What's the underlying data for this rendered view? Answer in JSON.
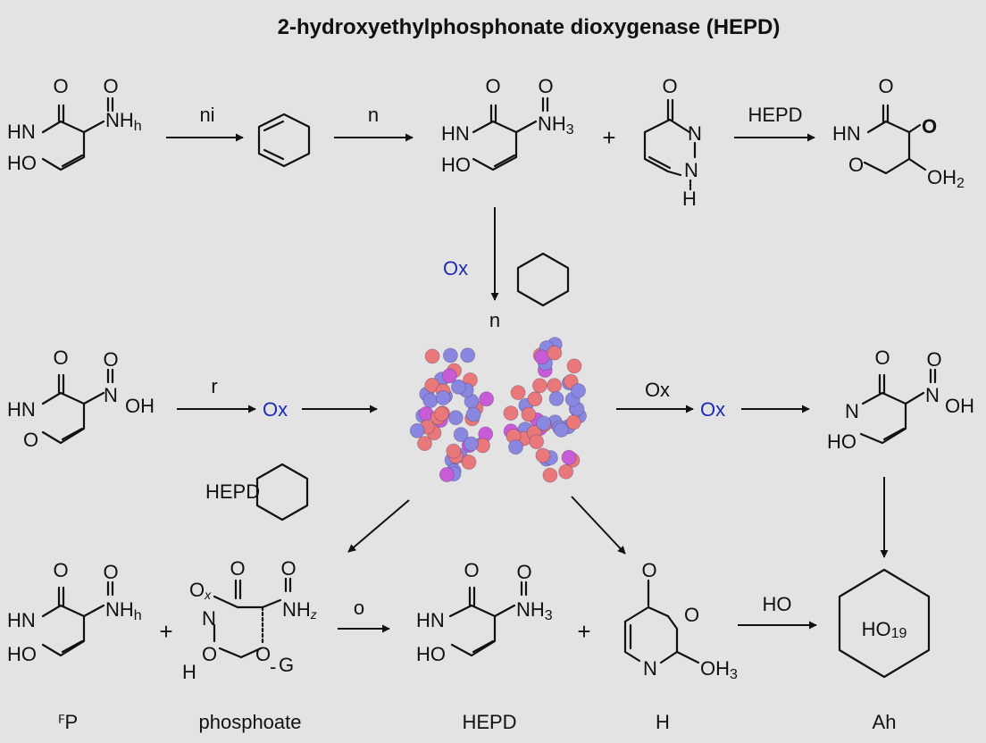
{
  "title": "2-hydroxyethylphosphonate dioxygenase (HEPD)",
  "colors": {
    "background": "#e3e3e3",
    "ink": "#111111",
    "ox_blue": "#1f2bb5",
    "sphere_red": "#e8787a",
    "sphere_blue": "#8a87e0",
    "sphere_magenta": "#c85cd6"
  },
  "arrow_labels": {
    "a1": "ni",
    "a2": "n",
    "a3": "HEPD",
    "down_n": "n",
    "r": "r",
    "ox_right": "Ox",
    "o": "o",
    "ho": "HO"
  },
  "ox_labels": {
    "ox_top": "Ox",
    "ox_mid_left": "Ox",
    "ox_mid_right": "Ox"
  },
  "plus_sign": "+",
  "atoms": {
    "m1": {
      "o_top": "O",
      "o_nh": "O",
      "nh": "NH",
      "nh_sub": "h",
      "hn": "HN",
      "ho": "HO"
    },
    "m2": {
      "o_top": "O",
      "o_nh": "O",
      "nh": "NH",
      "nh_sub": "3",
      "hn": "HN",
      "ho": "HO"
    },
    "m3": {
      "o_top": "O",
      "n1": "N",
      "n2": "N",
      "h": "H"
    },
    "m4": {
      "o_top": "O",
      "hn": "HN",
      "o_right": "O",
      "o_ring": "O",
      "oh2": "OH",
      "oh2_sub": "2"
    },
    "m5": {
      "o_top": "O",
      "o_n": "O",
      "n_oh": "N",
      "oh": "OH",
      "hn": "HN",
      "o_ring": "O"
    },
    "m6": {
      "o_top": "O",
      "o_n": "O",
      "n": "N",
      "oh": "OH",
      "ho": "HO"
    },
    "hepd_label": "HEPD",
    "m7": {
      "o_top": "O",
      "o_nh": "O",
      "nh": "NH",
      "nh_sub": "h",
      "hn": "HN",
      "ho": "HO"
    },
    "m8": {
      "ox": "O",
      "ox_sub": "x",
      "o_top": "O",
      "o_nh": "O",
      "nh": "NH",
      "nh_sub": "z",
      "n": "N",
      "o1": "O",
      "o2": "O",
      "g": "G",
      "h": "H"
    },
    "m9": {
      "o_top": "O",
      "o_nh": "O",
      "nh": "NH",
      "nh_sub": "3",
      "hn": "HN",
      "ho": "HO"
    },
    "m10": {
      "o_top": "O",
      "o_right": "O",
      "n": "N",
      "oh": "OH",
      "oh_sub": "3"
    },
    "m11": {
      "text": "HO",
      "sub": "19"
    }
  },
  "bottom_labels": {
    "l1": "ꟳP",
    "l2": "phosphoate",
    "l3": "HEPD",
    "l4": "H",
    "l5": "Ah"
  }
}
